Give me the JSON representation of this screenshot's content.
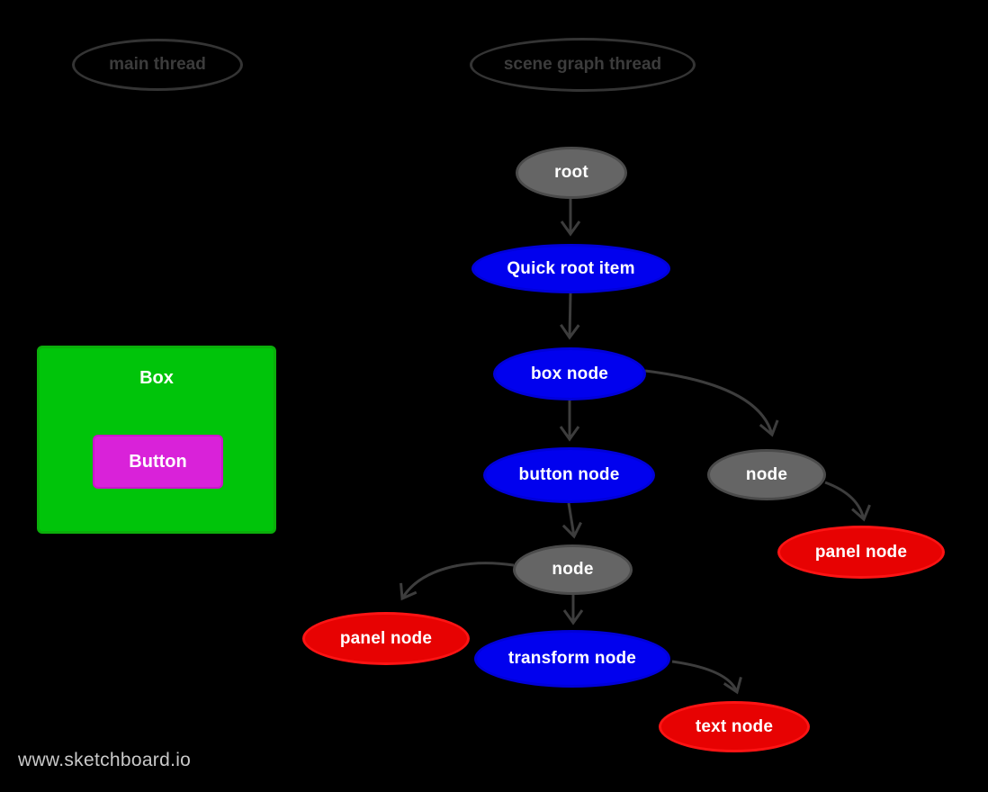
{
  "canvas": {
    "watermark": "www.sketchboard.io",
    "background": "#000000"
  },
  "colors": {
    "node_gray": "#656565",
    "node_blue": "#0101ee",
    "node_red": "#e70202",
    "box_green": "#00c40a",
    "button_magenta": "#d922d9",
    "edge_stroke": "#3d3d3d",
    "lane_outline": "#343434",
    "watermark_text": "#c9c9c9"
  },
  "lanes": [
    {
      "label": "main thread"
    },
    {
      "label": "scene graph thread"
    }
  ],
  "nodes": [
    {
      "id": "root",
      "label": "root",
      "type": "gray"
    },
    {
      "id": "quick-root-item",
      "label": "Quick root item",
      "type": "blue"
    },
    {
      "id": "box-node",
      "label": "box node",
      "type": "blue"
    },
    {
      "id": "button-node",
      "label": "button node",
      "type": "blue"
    },
    {
      "id": "node-right",
      "label": "node",
      "type": "gray"
    },
    {
      "id": "panel-node-right",
      "label": "panel node",
      "type": "red"
    },
    {
      "id": "node-center",
      "label": "node",
      "type": "gray"
    },
    {
      "id": "panel-node-left",
      "label": "panel node",
      "type": "red"
    },
    {
      "id": "transform-node",
      "label": "transform node",
      "type": "blue"
    },
    {
      "id": "text-node",
      "label": "text node",
      "type": "red"
    }
  ],
  "edges": [
    {
      "from": "root",
      "to": "quick-root-item"
    },
    {
      "from": "quick-root-item",
      "to": "box-node"
    },
    {
      "from": "box-node",
      "to": "button-node"
    },
    {
      "from": "box-node",
      "to": "node-right"
    },
    {
      "from": "node-right",
      "to": "panel-node-right"
    },
    {
      "from": "button-node",
      "to": "node-center"
    },
    {
      "from": "node-center",
      "to": "panel-node-left"
    },
    {
      "from": "node-center",
      "to": "transform-node"
    },
    {
      "from": "transform-node",
      "to": "text-node"
    }
  ],
  "preview": {
    "box_label": "Box",
    "button_label": "Button"
  }
}
